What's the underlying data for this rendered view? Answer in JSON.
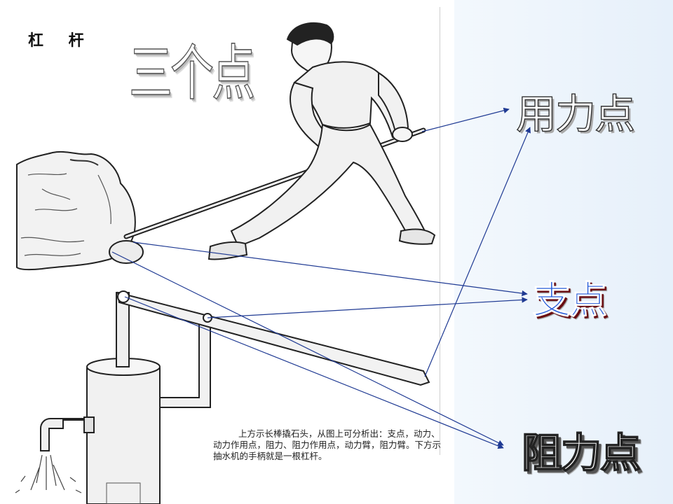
{
  "caption_title": "杠 杆",
  "heading": "三个点",
  "labels": {
    "effort_point": "用力点",
    "fulcrum": "支点",
    "load_point": "阻力点"
  },
  "description": "上方示长棒撬石头，从图上可分析出：支点，动力、动力作用点，阻力、阻力作用点，动力臂，阻力臂。下方示抽水机的手柄就是一根杠杆。",
  "colors": {
    "arrow": "#1f3a93",
    "fulcrum_label": "#1e57d8",
    "background_right": "#e8f1fa"
  }
}
